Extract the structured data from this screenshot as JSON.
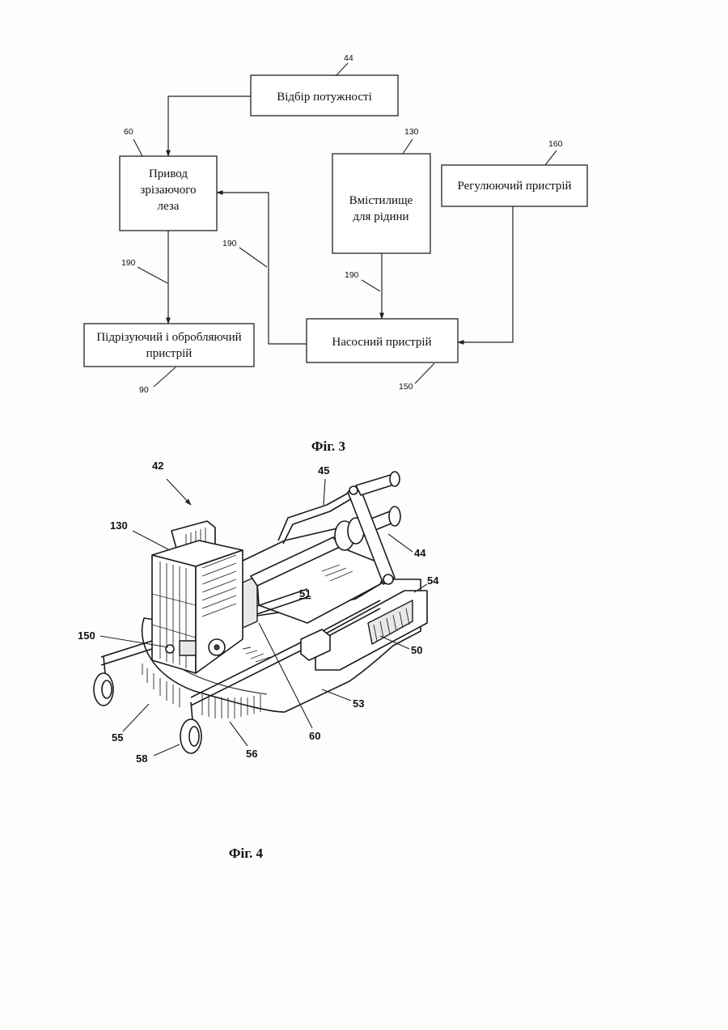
{
  "fig3": {
    "caption": "Фіг. 3",
    "blocks": {
      "power_takeoff": "Відбір потужності",
      "blade_drive": [
        "Привод",
        "зрізаючого",
        "леза"
      ],
      "fluid_container": [
        "Вмістилище",
        "для рідини"
      ],
      "regulating_device": "Регулюючий пристрій",
      "cutting_device": [
        "Підрізуючий і обробляючий",
        "пристрій"
      ],
      "pump_device": "Насосний пристрій"
    },
    "refs": {
      "power_takeoff": "44",
      "blade_drive": "60",
      "fluid_container": "130",
      "regulating_device": "160",
      "line_left": "190",
      "line_mid": "190",
      "line_right": "190",
      "cutting_device": "90",
      "pump_device": "150"
    }
  },
  "fig4": {
    "caption": "Фіг. 4",
    "refs": {
      "assembly": "42",
      "arm": "45",
      "container": "130",
      "shaft": "44",
      "deck_right": "54",
      "deck_top": "51",
      "pump": "150",
      "deck_front": "50",
      "skirt": "53",
      "drive": "60",
      "cutters_left": "55",
      "cutters_front": "56",
      "wheel": "58"
    }
  }
}
